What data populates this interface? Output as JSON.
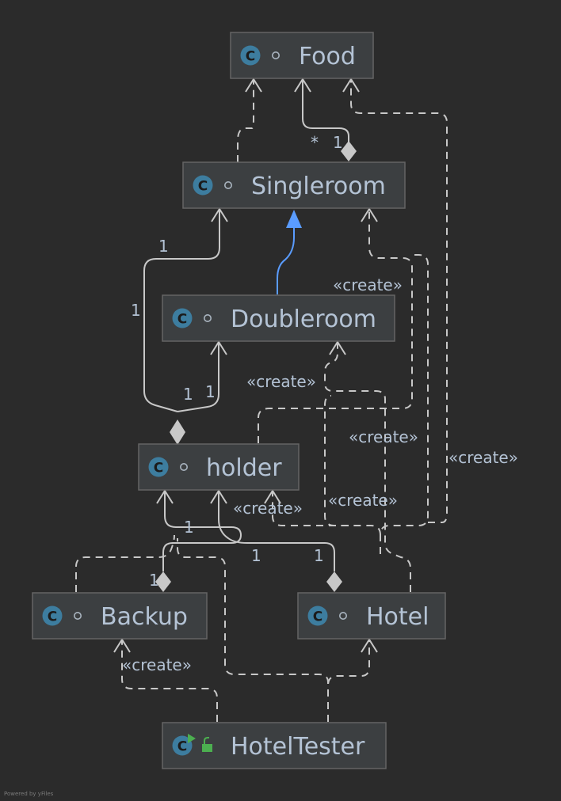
{
  "footer": "Powered by yFiles",
  "colors": {
    "background": "#2b2b2b",
    "node_fill": "#3c3f41",
    "node_border": "#646464",
    "text": "#b4c3d5",
    "class_icon": "#3d7d9f",
    "inheritance": "#5a9cff",
    "runnable_icon": "#4caf50"
  },
  "nodes": [
    {
      "id": "food",
      "label": "Food",
      "icon": "class-icon"
    },
    {
      "id": "singleroom",
      "label": "Singleroom",
      "icon": "class-icon"
    },
    {
      "id": "doubleroom",
      "label": "Doubleroom",
      "icon": "class-icon"
    },
    {
      "id": "holder",
      "label": "holder",
      "icon": "class-icon"
    },
    {
      "id": "backup",
      "label": "Backup",
      "icon": "class-icon"
    },
    {
      "id": "hotel",
      "label": "Hotel",
      "icon": "class-icon"
    },
    {
      "id": "hoteltester",
      "label": "HotelTester",
      "icon": "runnable-class-icon"
    }
  ],
  "edge_labels": {
    "create": "«create»",
    "one": "1",
    "many": "*"
  }
}
